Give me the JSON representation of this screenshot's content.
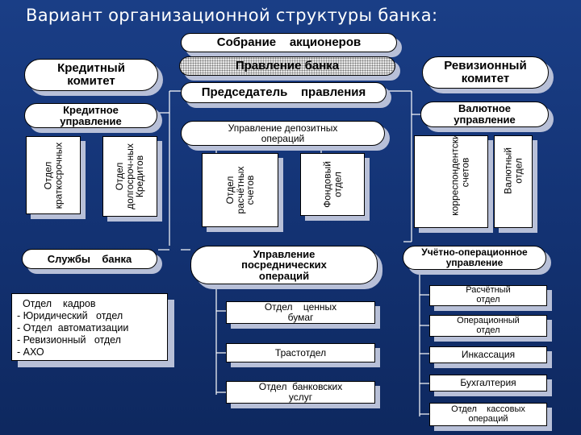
{
  "title": "Вариант организационной структуры банка:",
  "top_center": {
    "shareholders": "Собрание    акционеров",
    "board": "Правление банка",
    "chairman": "Председатель    правления"
  },
  "left": {
    "credit_committee": "Кредитный\nкомитет",
    "credit_management": "Кредитное\nуправление",
    "short_term_dept": "Отдел\nкраткосрочных",
    "long_term_dept": "Отдел\nдолгосроч-ных\nКредитов",
    "bank_services": "Службы    банка",
    "services_list": "  Отдел    кадров\n- Юридический   отдел\n- Отдел  автоматизации\n- Ревизионный   отдел\n- АХО"
  },
  "center": {
    "deposit_management": "Управление депозитных\nопераций",
    "settlement_dept": "Отдел\nрасчётных\nсчетов",
    "stock_dept": "Фондовый\nотдел",
    "intermediary_management": "Управление\nпосреднических\nопераций",
    "securities_dept": "Отдел    ценных\nбумаг",
    "trust_dept": "Трастотдел",
    "banking_services_dept": "Отдел  банковских\nуслуг"
  },
  "right": {
    "audit_committee": "Ревизионный\nкомитет",
    "currency_management": "Валютное\nуправление",
    "correspondent_dept": "корреспондентских\nсчетов",
    "currency_dept": "Валютный\nотдел",
    "accounting_management": "Учётно-операционное\nуправление",
    "cash_settlement_dept": "Расчётный\nотдел",
    "operations_dept": "Операционный\nотдел",
    "collection": "Инкассация",
    "bookkeeping": "Бухгалтерия",
    "cash_ops_dept": "Отдел    кассовых\nопераций"
  }
}
